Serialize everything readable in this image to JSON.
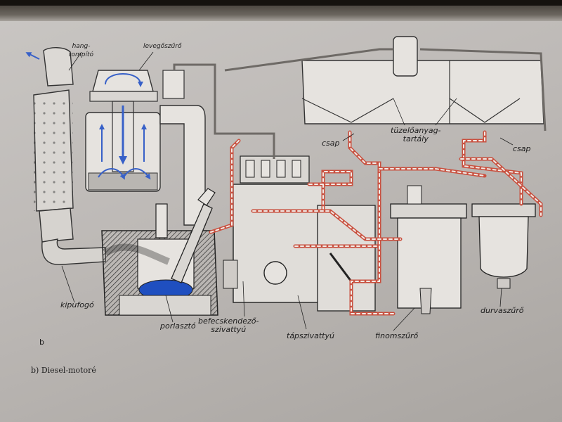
{
  "labels": {
    "hangtompito": [
      "hang-",
      "tompító"
    ],
    "levegoszuro": "levegőszűrő",
    "tuzeloanyag_tartaly": [
      "tüzelőanyag-",
      "tartály"
    ],
    "csap_left": "csap",
    "csap_right": "csap",
    "kipufogo": "kipufogó",
    "porlaszto": "porlasztó",
    "befecskendezo_szivattyu": [
      "befecskendező-",
      "szivattyú"
    ],
    "tapszivattyu": "tápszivattyú",
    "finomszuro": "finomszűrő",
    "durvaszuro": "durvaszűrő"
  },
  "figure_letter": "b",
  "caption": "b) Diesel-motoré",
  "colors": {
    "fuel_line": "#c9503f",
    "air_flow": "#3760c8",
    "metal": "#e6e3df",
    "hatch": "#2a2a2a",
    "combustion": "#1f4fc0"
  }
}
